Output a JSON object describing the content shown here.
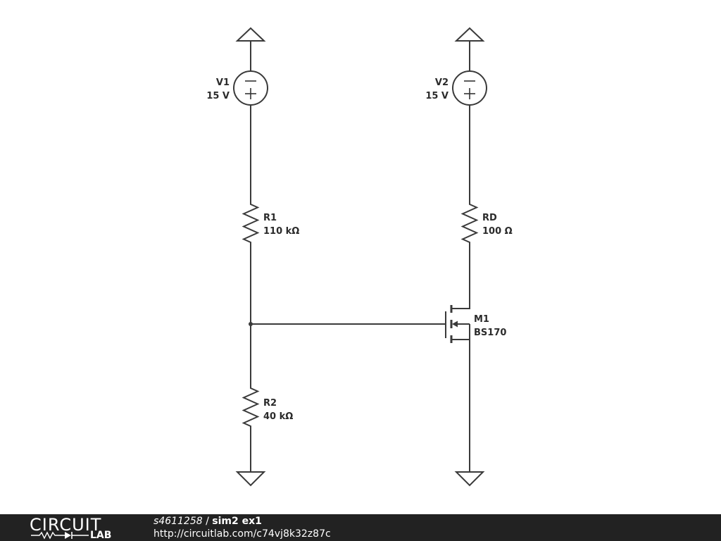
{
  "schematic": {
    "components": {
      "V1": {
        "name": "V1",
        "value": "15 V"
      },
      "V2": {
        "name": "V2",
        "value": "15 V"
      },
      "R1": {
        "name": "R1",
        "value": "110 kΩ"
      },
      "R2": {
        "name": "R2",
        "value": "40 kΩ"
      },
      "RD": {
        "name": "RD",
        "value": "100 Ω"
      },
      "M1": {
        "name": "M1",
        "value": "BS170"
      }
    },
    "source_symbols": {
      "minus": "−",
      "plus": "+"
    }
  },
  "footer": {
    "logo_text": "CIRCUIT",
    "logo_sub": "LAB",
    "user": "s4611258",
    "separator": " / ",
    "title": "sim2 ex1",
    "url": "http://circuitlab.com/c74vj8k32z87c"
  }
}
